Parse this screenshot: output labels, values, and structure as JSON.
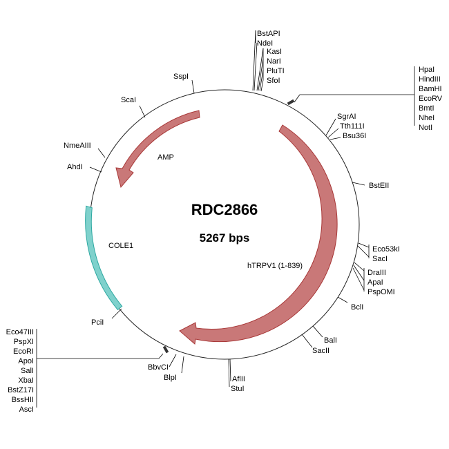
{
  "plasmid": {
    "name": "RDC2866",
    "size_label": "5267 bps",
    "size_bp": 5267
  },
  "colors": {
    "backbone": "#222222",
    "amp": "#c97878",
    "amp_stroke": "#a83838",
    "hTRPV1": "#c97878",
    "hTRPV1_stroke": "#a83838",
    "COLE1": "#7fd1cc",
    "COLE1_stroke": "#2fa9a2"
  },
  "features": [
    {
      "id": "amp",
      "label": "AMP",
      "start_deg": 24,
      "end_deg": 66,
      "direction": "ccw",
      "color_key": "amp"
    },
    {
      "id": "hTRPV1",
      "label": "hTRPV1 (1-839)",
      "start_deg": 135,
      "end_deg": 316,
      "direction": "cw",
      "color_key": "hTRPV1"
    },
    {
      "id": "COLE1",
      "label": "COLE1",
      "start_deg": 100,
      "end_deg": 154,
      "direction": "none",
      "color_key": "COLE1"
    }
  ],
  "sites": [
    {
      "id": "group-top",
      "angle_deg": 82,
      "labels": [
        "BstAPI",
        "NdeI"
      ]
    },
    {
      "id": "group-top2",
      "angle_deg": 80,
      "labels": [
        "KasI",
        "NarI",
        "PluTI",
        "SfoI"
      ]
    },
    {
      "id": "group-ne",
      "angle_deg": 65,
      "labels": [
        "HpaI",
        "HindIII",
        "BamHI",
        "EcoRV",
        "BmtI",
        "NheI",
        "NotI"
      ]
    },
    {
      "id": "group-sgrai",
      "angle_deg": 44,
      "labels": [
        "SgrAI",
        "Tth111I",
        "Bsu36I"
      ]
    },
    {
      "id": "bsteii",
      "angle_deg": 18,
      "labels": [
        "BstEII"
      ]
    },
    {
      "id": "group-eco53",
      "angle_deg": -8,
      "labels": [
        "Eco53kI",
        "SacI"
      ]
    },
    {
      "id": "group-dra",
      "angle_deg": -16,
      "labels": [
        "DraIII",
        "ApaI",
        "PspOMI"
      ]
    },
    {
      "id": "bcli",
      "angle_deg": -33,
      "labels": [
        "BclI"
      ]
    },
    {
      "id": "group-bali",
      "angle_deg": -52,
      "labels": [
        "BalI",
        "SacII"
      ]
    },
    {
      "id": "group-aflii",
      "angle_deg": -88,
      "labels": [
        "AflII",
        "StuI"
      ]
    },
    {
      "id": "group-bbv",
      "angle_deg": -108,
      "labels": [
        "BbvCI",
        "BlpI"
      ]
    },
    {
      "id": "group-sw",
      "angle_deg": -117,
      "labels": [
        "Eco47III",
        "PspXI",
        "EcoRI",
        "ApoI",
        "SalI",
        "XbaI",
        "BstZ17I",
        "BssHII",
        "AscI"
      ]
    },
    {
      "id": "pcii",
      "angle_deg": -138,
      "labels": [
        "PciI"
      ]
    },
    {
      "id": "ahdi",
      "angle_deg": 160,
      "labels": [
        "AhdI"
      ]
    },
    {
      "id": "nmeaiii",
      "angle_deg": 150,
      "labels": [
        "NmeAIII"
      ]
    },
    {
      "id": "scai",
      "angle_deg": 124,
      "labels": [
        "ScaI"
      ]
    },
    {
      "id": "sspi",
      "angle_deg": 106,
      "labels": [
        "SspI"
      ]
    }
  ]
}
